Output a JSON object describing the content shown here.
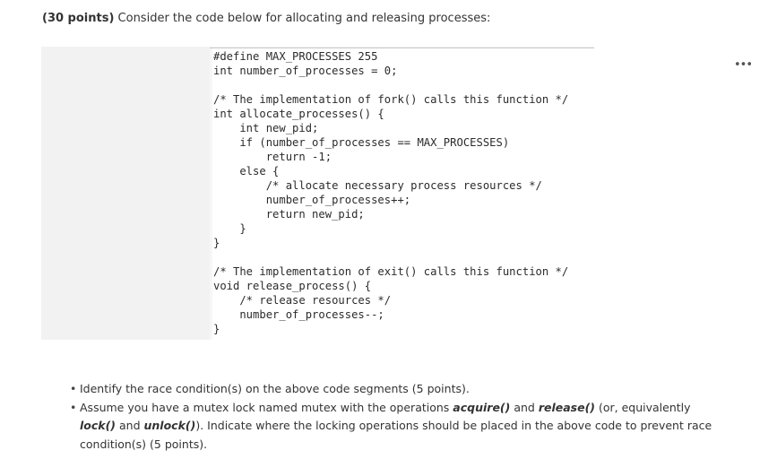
{
  "question": {
    "points": "(30 points)",
    "text": " Consider the code below for allocating and releasing processes:"
  },
  "code": {
    "lines": [
      "#define MAX_PROCESSES 255",
      "int number_of_processes = 0;",
      "",
      "/* The implementation of fork() calls this function */",
      "int allocate_processes() {",
      "    int new_pid;",
      "    if (number_of_processes == MAX_PROCESSES)",
      "        return -1;",
      "    else {",
      "        /* allocate necessary process resources */",
      "        number_of_processes++;",
      "        return new_pid;",
      "    }",
      "}",
      "",
      "/* The implementation of exit() calls this function */",
      "void release_process() {",
      "    /* release resources */",
      "    number_of_processes--;",
      "}"
    ]
  },
  "toolbar": {
    "more_label": "•••",
    "more_icon": "more-options-icon"
  },
  "tasks": {
    "task1": "Identify the race condition(s) on the above code segments (5 points).",
    "task2_a": "Assume you have a mutex lock named mutex with the operations ",
    "task2_acquire": "acquire()",
    "task2_and1": " and ",
    "task2_release": "release()",
    "task2_or": " (or, equivalently ",
    "task2_lock": "lock()",
    "task2_and2": " and ",
    "task2_unlock": "unlock()",
    "task2_b": "). Indicate where the locking operations should be placed in the above code to prevent race condition(s) (5 points)."
  }
}
